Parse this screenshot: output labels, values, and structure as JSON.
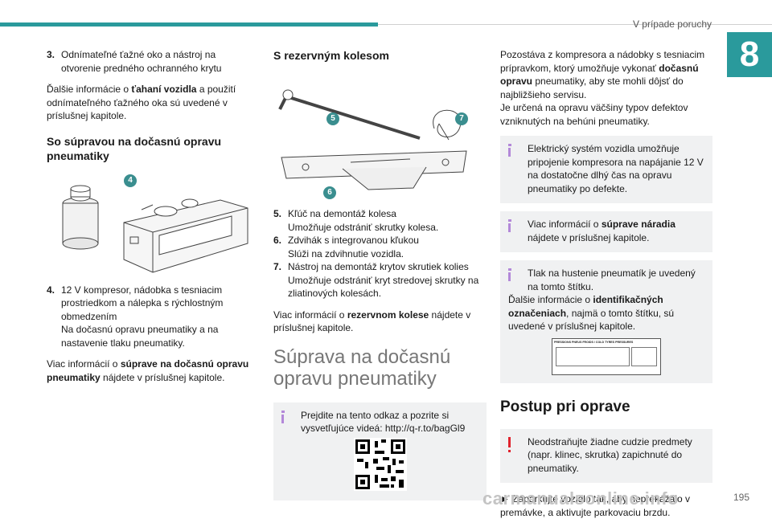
{
  "header": {
    "section": "V prípade poruchy",
    "chapter": "8",
    "page": "195"
  },
  "col1": {
    "item3_num": "3.",
    "item3_text": "Odnímateľné ťažné oko a nástroj na otvorenie predného ochranného krytu",
    "p1_a": "Ďalšie informácie o ",
    "p1_b": "ťahaní vozidla",
    "p1_c": " a použití odnímateľného ťažného oka sú uvedené v príslušnej kapitole.",
    "h_kit": "So súpravou na dočasnú opravu pneumatiky",
    "badge4": "4",
    "item4_num": "4.",
    "item4_line1": "12 V kompresor, nádobka s tesniacim prostriedkom a nálepka s rýchlostným obmedzením",
    "item4_line2": "Na dočasnú opravu pneumatiky a na nastavenie tlaku pneumatiky.",
    "p2_a": "Viac informácií o ",
    "p2_b": "súprave na dočasnú opravu pneumatiky",
    "p2_c": " nájdete v príslušnej kapitole."
  },
  "col2": {
    "h_spare": "S rezervným kolesom",
    "badge5": "5",
    "badge6": "6",
    "badge7": "7",
    "item5_num": "5.",
    "item5_a": "Kľúč na demontáž kolesa",
    "item5_b": "Umožňuje odstrániť skrutky kolesa.",
    "item6_num": "6.",
    "item6_a": "Zdvihák s integrovanou kľukou",
    "item6_b": "Slúži na zdvihnutie vozidla.",
    "item7_num": "7.",
    "item7_a": "Nástroj na demontáž krytov skrutiek kolies",
    "item7_b": "Umožňuje odstrániť kryt stredovej skrutky na zliatinových kolesách.",
    "p_a": "Viac informácií o ",
    "p_b": "rezervnom kolese",
    "p_c": " nájdete v príslušnej kapitole.",
    "h_big": "Súprava na dočasnú opravu pneumatiky",
    "note": "Prejdite na tento odkaz a pozrite si vysvetľujúce videá: http://q-r.to/bagGl9"
  },
  "col3": {
    "p1_a": "Pozostáva z kompresora a nádobky s tesniacim prípravkom, ktorý umožňuje vykonať ",
    "p1_b": "dočasnú opravu",
    "p1_c": " pneumatiky, aby ste mohli dôjsť do najbližšieho servisu.",
    "p1_d": "Je určená na opravu väčšiny typov defektov vzniknutých na behúni pneumatiky.",
    "note1": "Elektrický systém vozidla umožňuje pripojenie kompresora na napájanie 12 V na dostatočne dlhý čas na opravu pneumatiky po defekte.",
    "note2_a": "Viac informácií o ",
    "note2_b": "súprave náradia",
    "note2_c": " nájdete v príslušnej kapitole.",
    "note3_a": "Tlak na hustenie pneumatík je uvedený na tomto štítku.",
    "note3_b": "Ďalšie informácie o ",
    "note3_c": "identifikačných označeniach",
    "note3_d": ", najmä o tomto štítku, sú uvedené v príslušnej kapitole.",
    "label_text": "PRESSIONS PNEUS FROIDS / COLD TYRES PRESSURES",
    "h_repair": "Postup pri oprave",
    "warn": "Neodstraňujte žiadne cudzie predmety (napr. klinec, skrutka) zapichnuté do pneumatiky.",
    "step1": "► Zaparkujte vozidlo tak, aby neprekážalo v premávke, a aktivujte parkovaciu brzdu."
  },
  "watermark": "carmanualsonline.info"
}
